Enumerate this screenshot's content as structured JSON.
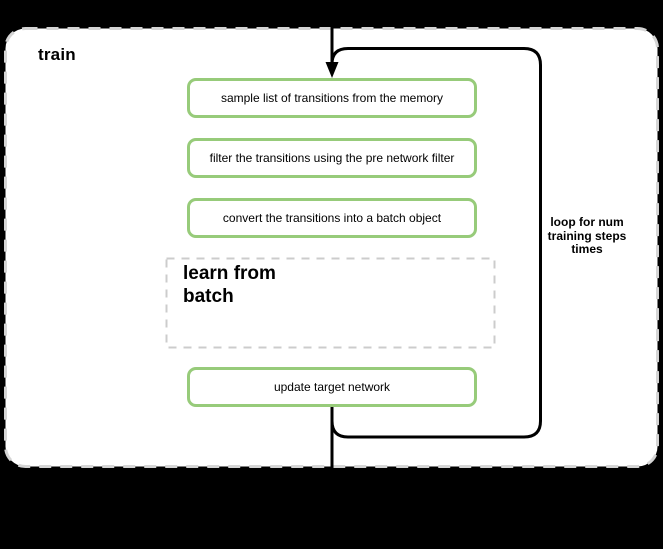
{
  "panel": {
    "title": "train"
  },
  "flow": {
    "steps": [
      "sample list of transitions from the memory",
      "filter the transitions using the pre network filter",
      "convert the transitions into a batch object"
    ],
    "subprocess_lines": [
      "learn from",
      "batch"
    ],
    "final_step": "update target network"
  },
  "loop": {
    "label_lines": [
      "loop for num",
      "training steps",
      "times"
    ]
  },
  "icons": {
    "flow_arrow": "down-arrowhead"
  },
  "colors": {
    "background": "#000000",
    "panel_fill": "#ffffff",
    "panel_border": "#d5d5d5",
    "step_border": "#97cb7a",
    "subprocess_border": "#cccccc",
    "line": "#000000",
    "text": "#000000"
  }
}
